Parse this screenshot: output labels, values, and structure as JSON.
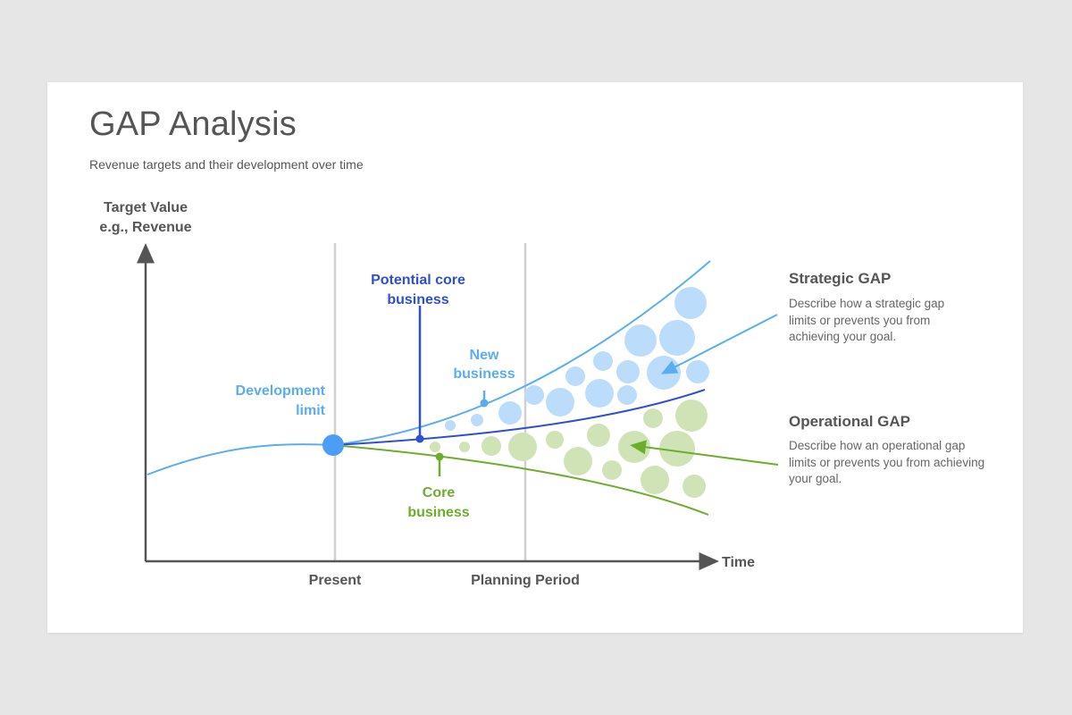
{
  "title": "GAP Analysis",
  "subtitle": "Revenue targets and their development  over time",
  "y_axis_label": [
    "Target Value",
    "e.g., Revenue"
  ],
  "x_axis_label": "Time",
  "x_marks": {
    "present": "Present",
    "planning": "Planning Period"
  },
  "labels": {
    "development_limit": [
      "Development",
      "limit"
    ],
    "potential_core": [
      "Potential core",
      "business"
    ],
    "new_business": [
      "New",
      "business"
    ],
    "core_business": [
      "Core",
      "business"
    ]
  },
  "strategic": {
    "title": "Strategic GAP",
    "desc": "Describe how a strategic gap limits or prevents you from achieving your goal."
  },
  "operational": {
    "title": "Operational GAP",
    "desc": "Describe how an operational gap limits or prevents you from achieving your goal."
  },
  "colors": {
    "light_blue": "#5aaef0",
    "dark_blue": "#2f4fd3",
    "green": "#6cad2d",
    "bubble_blue": "#bcdcfb",
    "bubble_green": "#cfe3b6",
    "axis": "#555555",
    "grid": "#d0d0d0"
  }
}
